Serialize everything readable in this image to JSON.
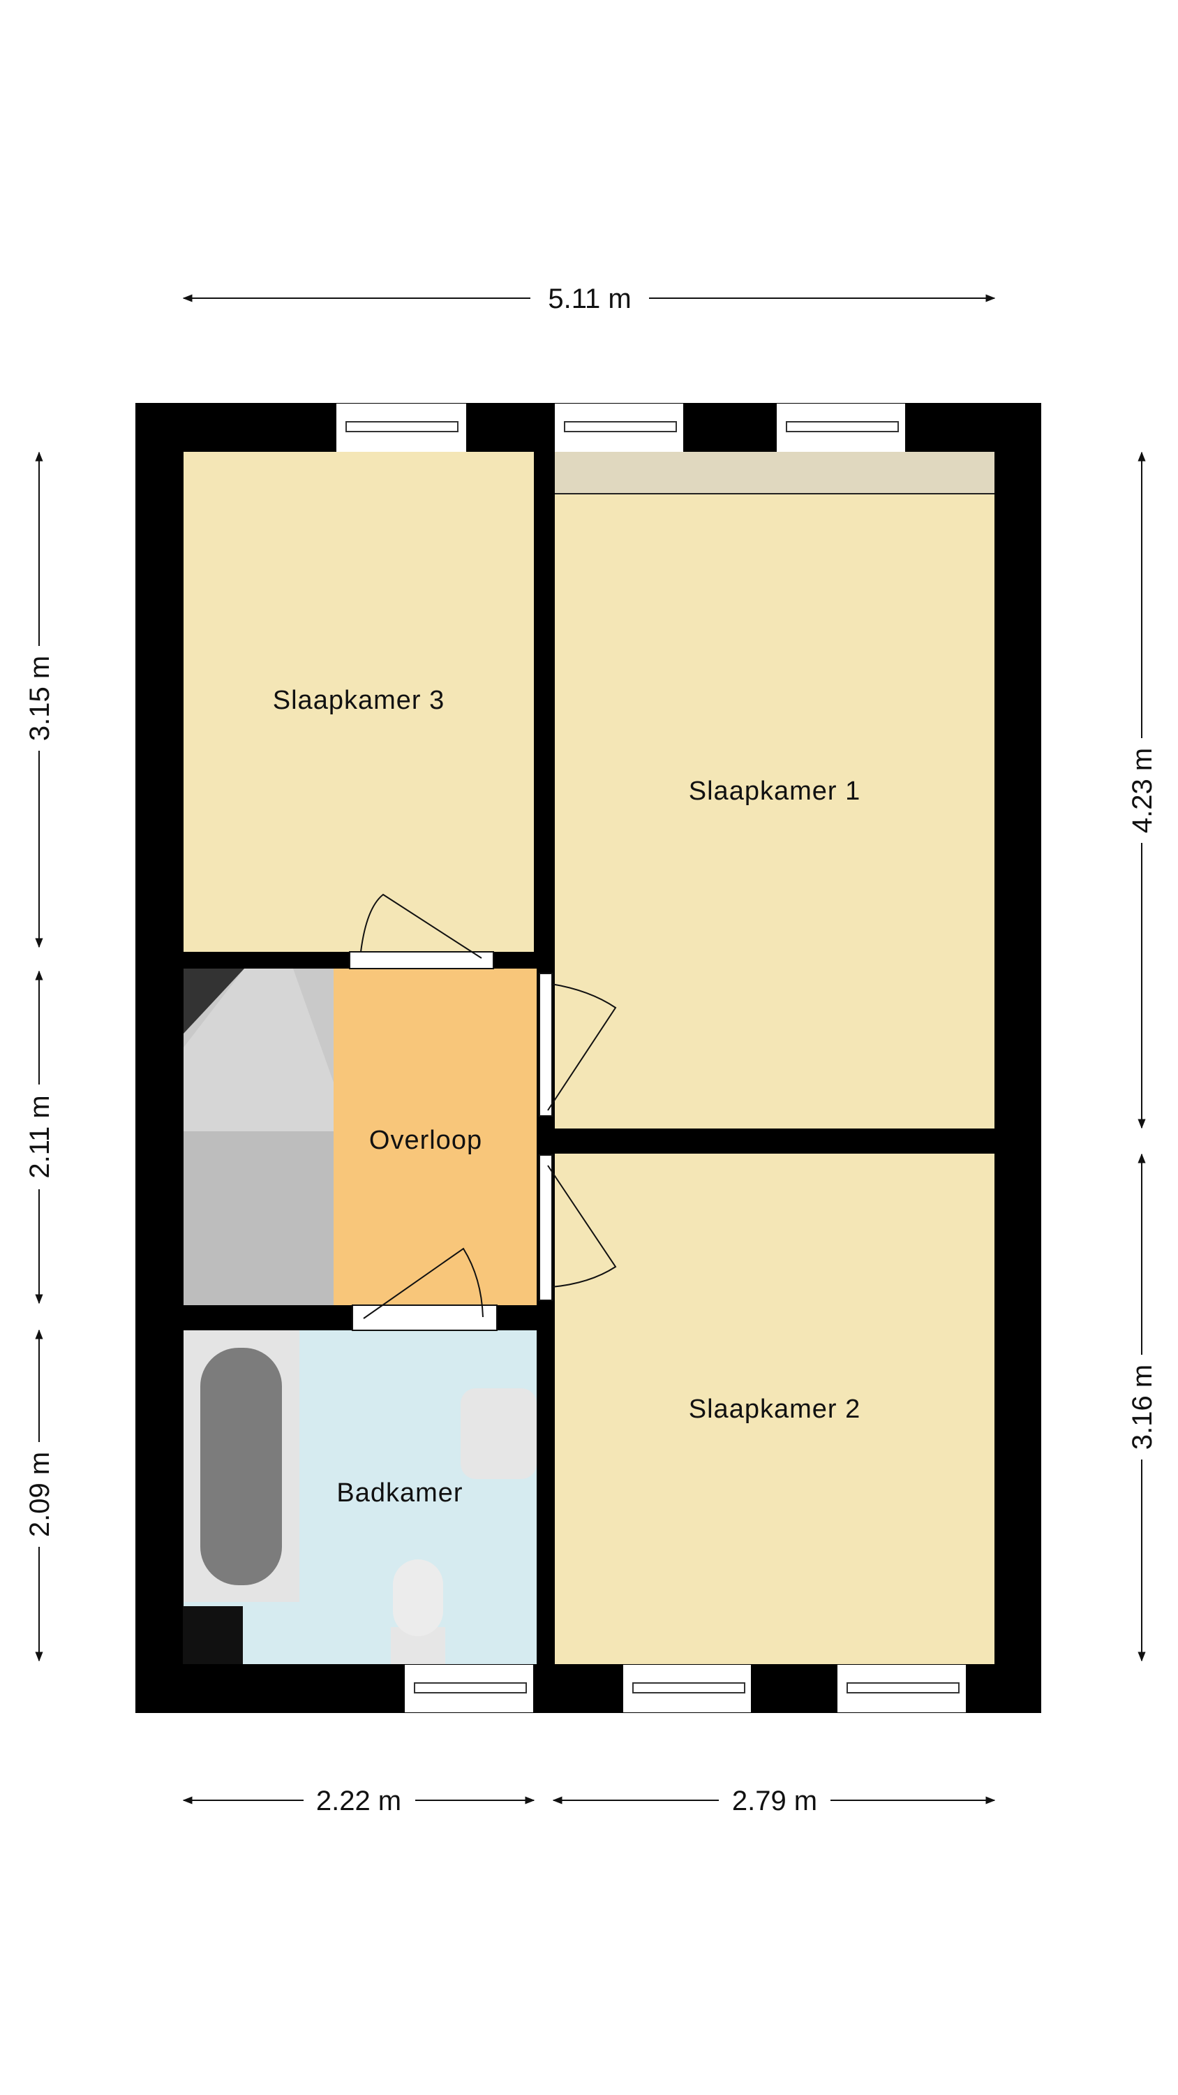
{
  "plan": {
    "rooms": [
      {
        "id": "slaapkamer-3",
        "label": "Slaapkamer 3"
      },
      {
        "id": "slaapkamer-1",
        "label": "Slaapkamer 1"
      },
      {
        "id": "overloop",
        "label": "Overloop"
      },
      {
        "id": "slaapkamer-2",
        "label": "Slaapkamer 2"
      },
      {
        "id": "badkamer",
        "label": "Badkamer"
      }
    ],
    "dimensions": {
      "top_total": "5.11 m",
      "left_top": "3.15 m",
      "left_middle": "2.11 m",
      "left_bottom": "2.09 m",
      "right_top": "4.23 m",
      "right_bottom": "3.16 m",
      "bottom_left": "2.22 m",
      "bottom_right": "2.79 m"
    },
    "colors": {
      "bedroom": "#f4e6b6",
      "landing": "#f8c67a",
      "bathroom": "#d6ebf0",
      "wall": "#000000",
      "strip": "#e0d8bf",
      "stairs": "#c8c8c8"
    }
  }
}
